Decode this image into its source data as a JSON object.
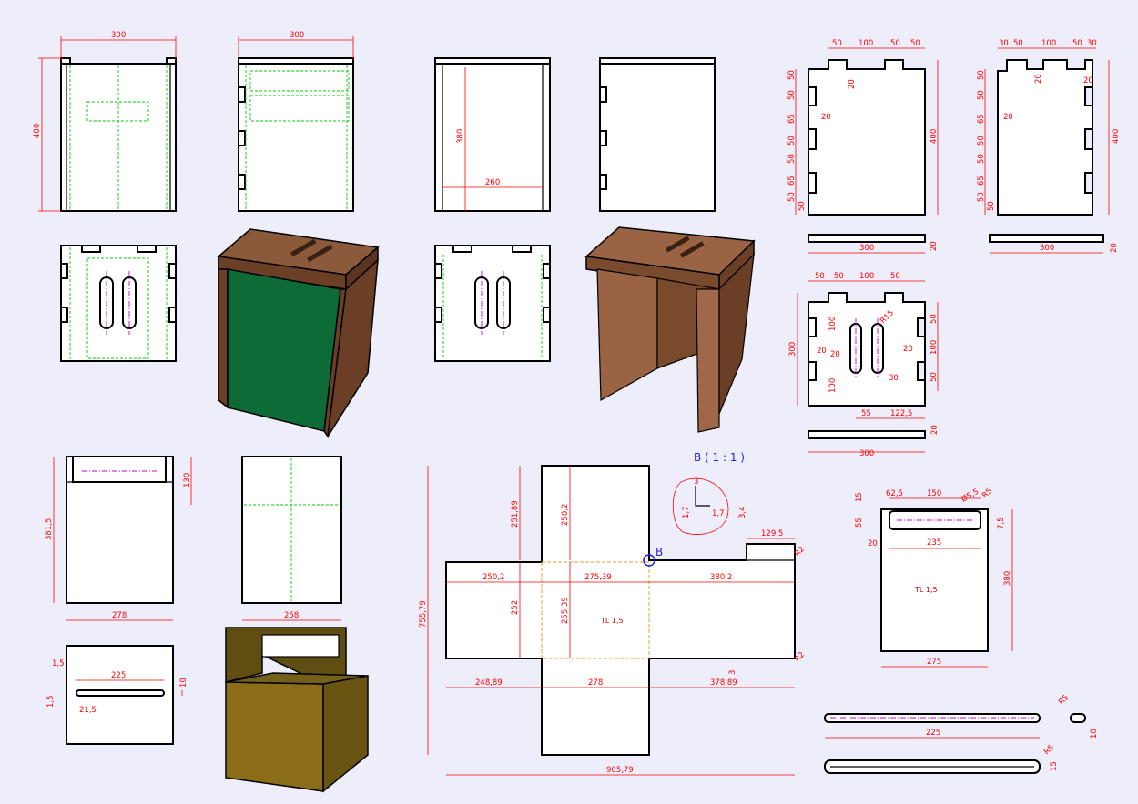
{
  "view1": {
    "width": "300",
    "height": "400"
  },
  "view2": {
    "width": "300"
  },
  "view3": {
    "height": "380",
    "inner": "260"
  },
  "part_a": {
    "d1": "50",
    "d2": "100",
    "d3": "50",
    "d4": "50",
    "slot": "20",
    "h1": "50",
    "h2": "50",
    "h3": "65",
    "h4": "50",
    "h5": "50",
    "h6": "65",
    "h7": "50",
    "h8": "50",
    "depth": "20",
    "height": "400",
    "width": "300",
    "thick": "20"
  },
  "part_b": {
    "d0": "30",
    "d1": "50",
    "d2": "100",
    "d3": "50",
    "d4": "30",
    "slot": "20",
    "side": "20",
    "h1": "50",
    "h2": "50",
    "h3": "65",
    "h4": "50",
    "h5": "50",
    "h6": "65",
    "h7": "50",
    "h8": "50",
    "depth": "20",
    "height": "400",
    "width": "300",
    "thick": "20"
  },
  "part_c": {
    "d1": "50",
    "d2": "50",
    "d3": "100",
    "d4": "50",
    "r": "R15",
    "height": "300",
    "l1": "20",
    "l2": "20",
    "mid": "20",
    "v1": "100",
    "v2": "100",
    "r1": "50",
    "r2": "100",
    "r3": "50",
    "gap": "30",
    "b1": "55",
    "b2": "122,5",
    "width": "300",
    "thick": "20"
  },
  "view5": {
    "h1": "130",
    "height": "381,5",
    "width": "278"
  },
  "view6": {
    "width": "258"
  },
  "view7": {
    "lead": "1,5",
    "len": "225",
    "h": "10",
    "h2": "1,5",
    "off": "21,5"
  },
  "net": {
    "top_left": "251,89",
    "top_right": "250,2",
    "ear": "129,5",
    "r_top": "R2",
    "left": "250,2",
    "mid": "275,39",
    "right": "380,2",
    "left_h": "252",
    "mid_h": "255,39",
    "material": "TL 1,5",
    "b_left": "248,89",
    "b_mid": "278",
    "b_right": "378,89",
    "r_bottom": "R2",
    "height": "755,79",
    "total": "905,79",
    "tick": "3",
    "point": "B",
    "detail": "B ( 1 : 1 )",
    "dt1": "3",
    "dt2": "1,7",
    "dt3": "1,7",
    "dt4": "3,4"
  },
  "plate": {
    "a": "62,5",
    "b": "150",
    "c": "Ø5,5",
    "r": "R5",
    "v1": "15",
    "v2": "55",
    "v3": "7,5",
    "side": "20",
    "inner": "235",
    "height": "380",
    "width": "275",
    "material": "TL 1,5"
  },
  "handle": {
    "len": "225",
    "r1": "R5",
    "h": "10",
    "r2": "R5",
    "h2": "15"
  }
}
